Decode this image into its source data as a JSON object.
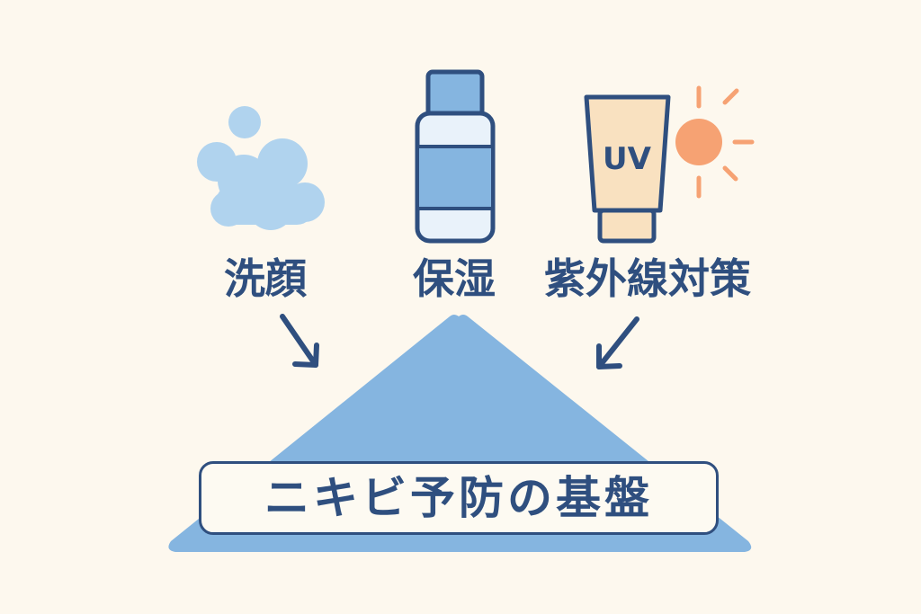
{
  "labels": {
    "wash": "洗顔",
    "moisturize": "保湿",
    "uv_care": "紫外線対策"
  },
  "icons": {
    "wash": "foam-bubbles-icon",
    "moisturize": "lotion-bottle-icon",
    "uv_care": "sunscreen-tube-icon",
    "sun": "sun-icon"
  },
  "tube_text": "UV",
  "base_label": "ニキビ予防の基盤",
  "colors": {
    "background": "#fdf8ee",
    "accent_blue": "#85b5e0",
    "navy": "#2f4f7f",
    "foam": "#b0d3ee",
    "tube": "#f9e1c0",
    "sun": "#f6a273"
  }
}
